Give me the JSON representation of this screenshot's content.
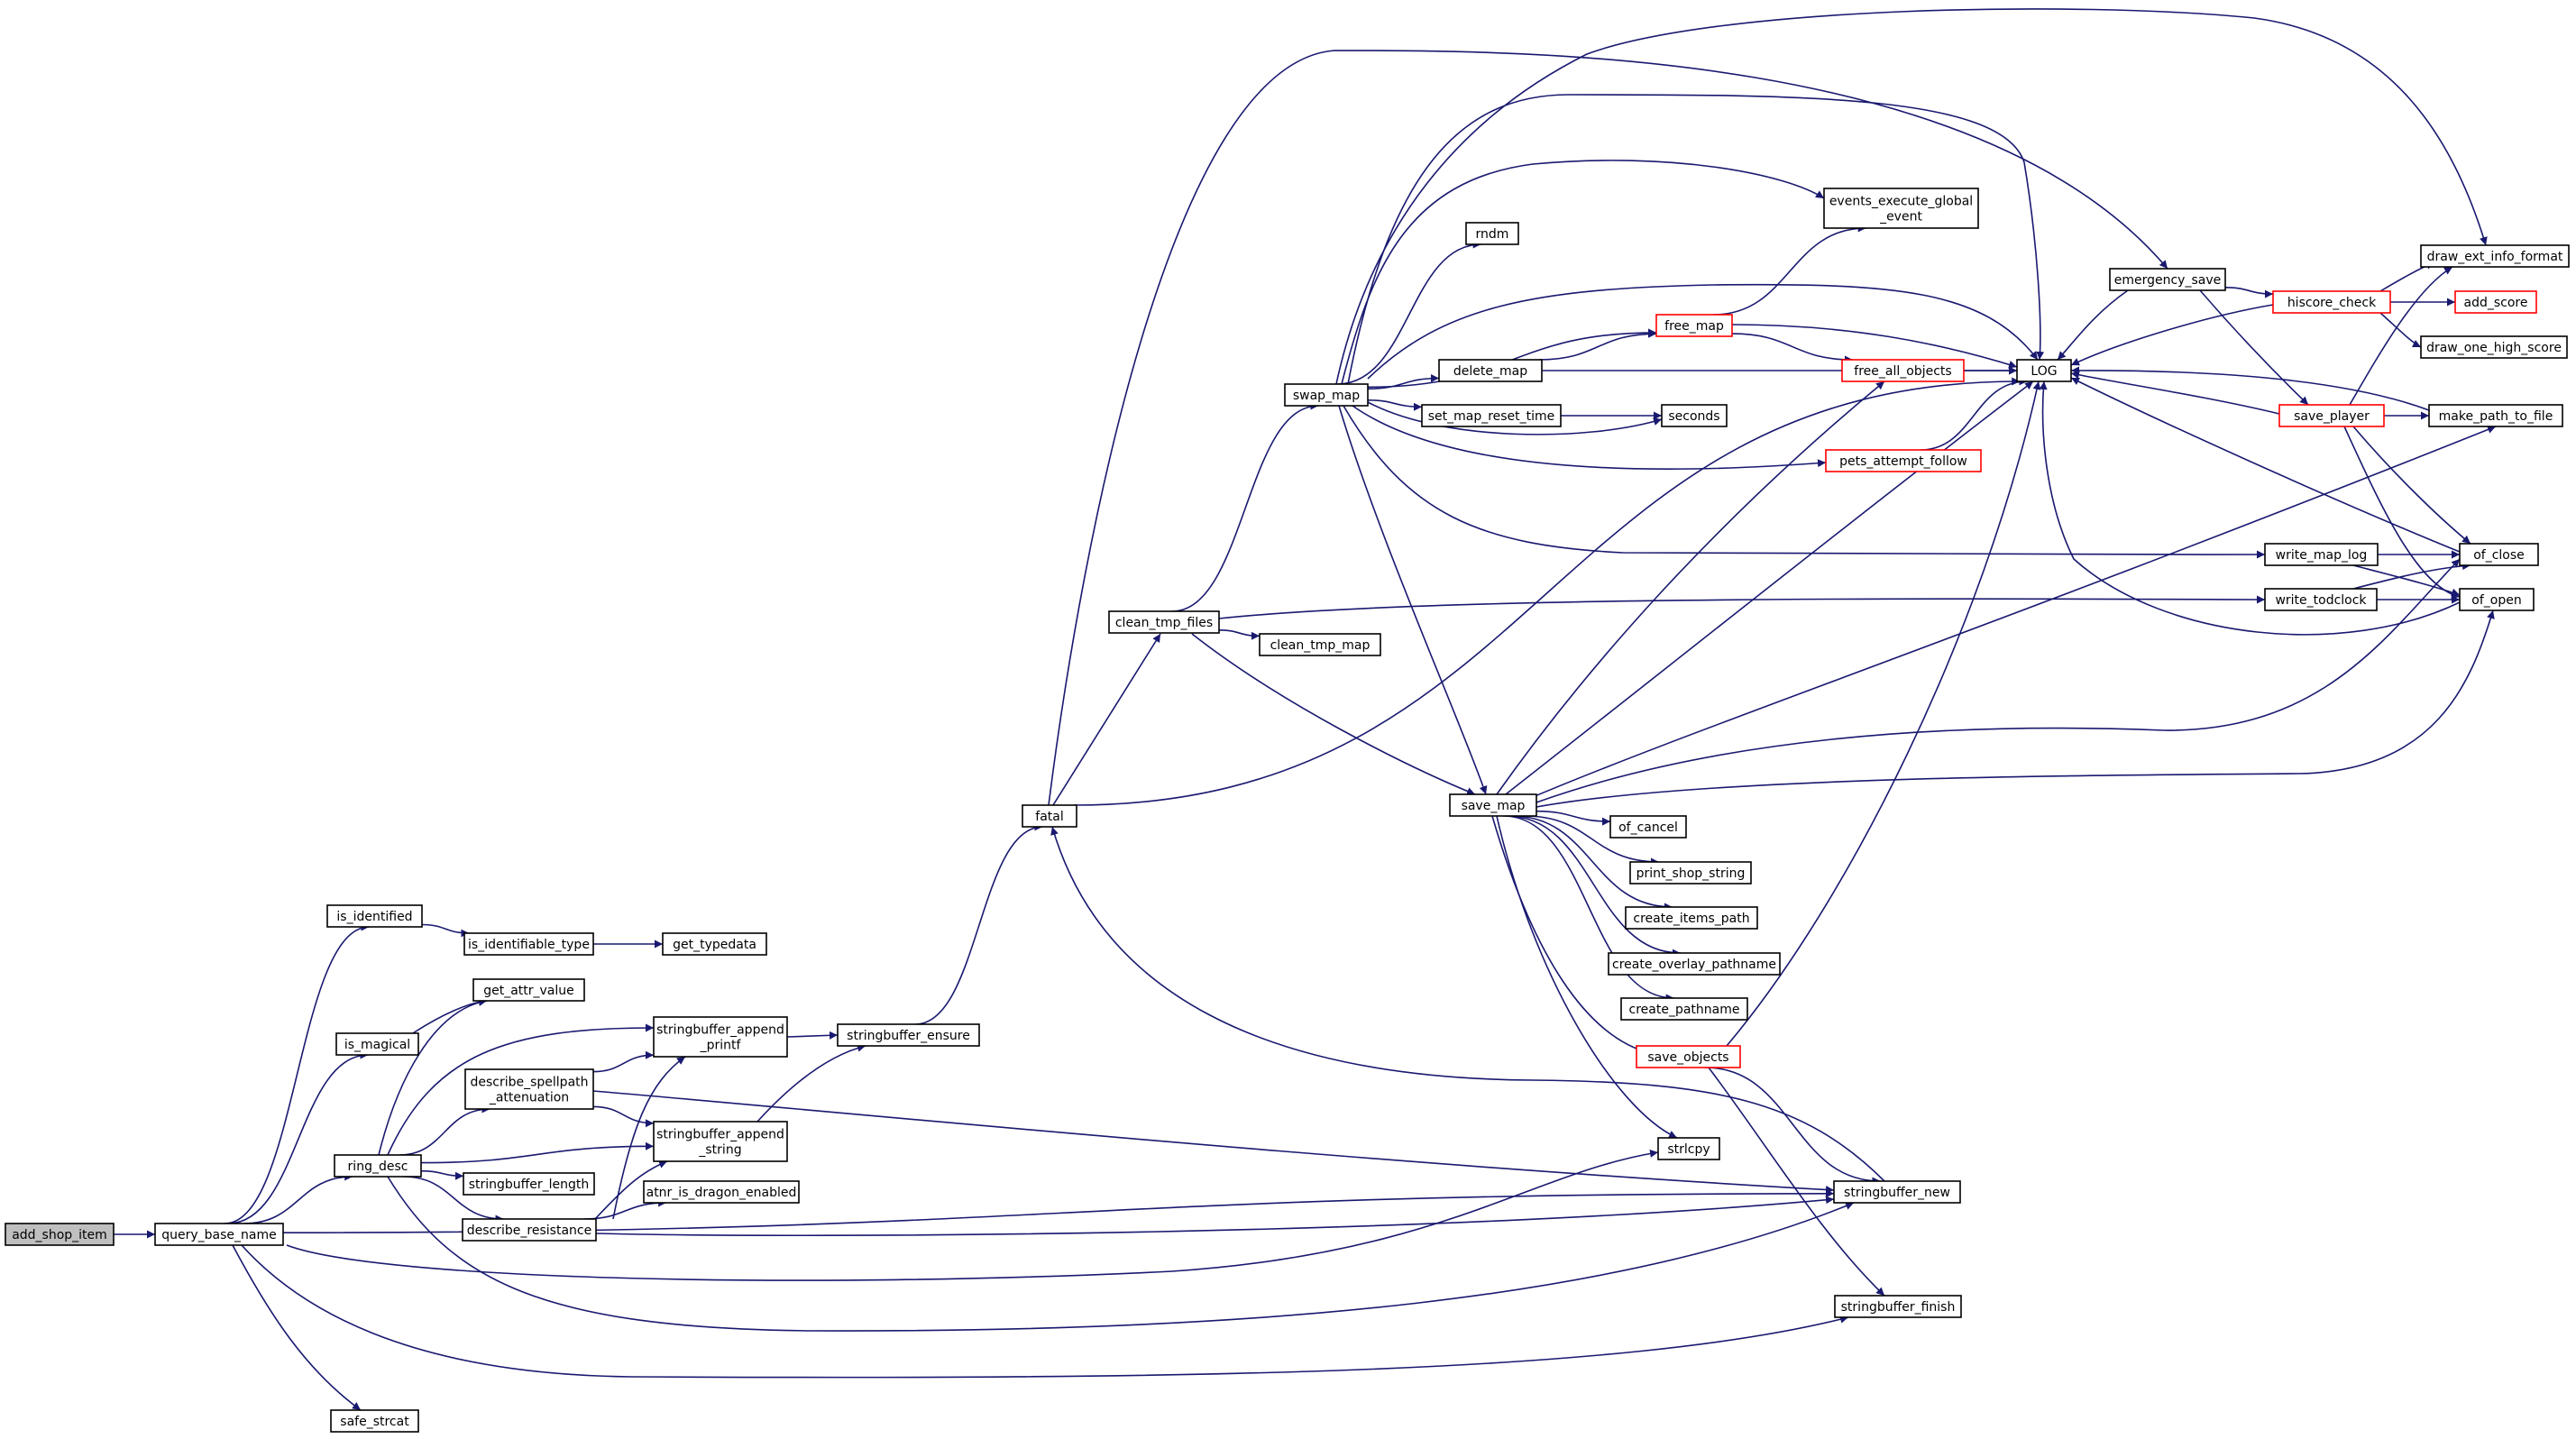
{
  "colors": {
    "edge": "#191970",
    "node_border": "#000000",
    "node_fill": "#ffffff",
    "root_fill": "#bfbfbf",
    "truncated_border": "#ff0000"
  },
  "nodes": [
    {
      "id": "add_shop_item",
      "lines": [
        "add_shop_item"
      ],
      "style": "root"
    },
    {
      "id": "query_base_name",
      "lines": [
        "query_base_name"
      ]
    },
    {
      "id": "is_identified",
      "lines": [
        "is_identified"
      ]
    },
    {
      "id": "is_identifiable_type",
      "lines": [
        "is_identifiable_type"
      ]
    },
    {
      "id": "get_typedata",
      "lines": [
        "get_typedata"
      ]
    },
    {
      "id": "get_attr_value",
      "lines": [
        "get_attr_value"
      ]
    },
    {
      "id": "is_magical",
      "lines": [
        "is_magical"
      ]
    },
    {
      "id": "describe_spellpath_attenuation",
      "lines": [
        "describe_spellpath",
        "_attenuation"
      ]
    },
    {
      "id": "ring_desc",
      "lines": [
        "ring_desc"
      ]
    },
    {
      "id": "stringbuffer_length",
      "lines": [
        "stringbuffer_length"
      ]
    },
    {
      "id": "describe_resistance",
      "lines": [
        "describe_resistance"
      ]
    },
    {
      "id": "safe_strcat",
      "lines": [
        "safe_strcat"
      ]
    },
    {
      "id": "stringbuffer_append_printf",
      "lines": [
        "stringbuffer_append",
        "_printf"
      ]
    },
    {
      "id": "stringbuffer_append_string",
      "lines": [
        "stringbuffer_append",
        "_string"
      ]
    },
    {
      "id": "atnr_is_dragon_enabled",
      "lines": [
        "atnr_is_dragon_enabled"
      ]
    },
    {
      "id": "stringbuffer_ensure",
      "lines": [
        "stringbuffer_ensure"
      ]
    },
    {
      "id": "fatal",
      "lines": [
        "fatal"
      ]
    },
    {
      "id": "clean_tmp_files",
      "lines": [
        "clean_tmp_files"
      ]
    },
    {
      "id": "clean_tmp_map",
      "lines": [
        "clean_tmp_map"
      ]
    },
    {
      "id": "swap_map",
      "lines": [
        "swap_map"
      ]
    },
    {
      "id": "rndm",
      "lines": [
        "rndm"
      ]
    },
    {
      "id": "delete_map",
      "lines": [
        "delete_map"
      ]
    },
    {
      "id": "set_map_reset_time",
      "lines": [
        "set_map_reset_time"
      ]
    },
    {
      "id": "save_map",
      "lines": [
        "save_map"
      ]
    },
    {
      "id": "of_cancel",
      "lines": [
        "of_cancel"
      ]
    },
    {
      "id": "print_shop_string",
      "lines": [
        "print_shop_string"
      ]
    },
    {
      "id": "create_items_path",
      "lines": [
        "create_items_path"
      ]
    },
    {
      "id": "create_overlay_pathname",
      "lines": [
        "create_overlay_pathname"
      ]
    },
    {
      "id": "create_pathname",
      "lines": [
        "create_pathname"
      ]
    },
    {
      "id": "save_objects",
      "lines": [
        "save_objects"
      ],
      "style": "truncated"
    },
    {
      "id": "strlcpy",
      "lines": [
        "strlcpy"
      ]
    },
    {
      "id": "events_execute_global_event",
      "lines": [
        "events_execute_global",
        "_event"
      ]
    },
    {
      "id": "free_map",
      "lines": [
        "free_map"
      ],
      "style": "truncated"
    },
    {
      "id": "free_all_objects",
      "lines": [
        "free_all_objects"
      ],
      "style": "truncated"
    },
    {
      "id": "seconds",
      "lines": [
        "seconds"
      ]
    },
    {
      "id": "pets_attempt_follow",
      "lines": [
        "pets_attempt_follow"
      ],
      "style": "truncated"
    },
    {
      "id": "stringbuffer_new",
      "lines": [
        "stringbuffer_new"
      ]
    },
    {
      "id": "stringbuffer_finish",
      "lines": [
        "stringbuffer_finish"
      ]
    },
    {
      "id": "LOG",
      "lines": [
        "LOG"
      ]
    },
    {
      "id": "emergency_save",
      "lines": [
        "emergency_save"
      ]
    },
    {
      "id": "hiscore_check",
      "lines": [
        "hiscore_check"
      ],
      "style": "truncated"
    },
    {
      "id": "save_player",
      "lines": [
        "save_player"
      ],
      "style": "truncated"
    },
    {
      "id": "write_map_log",
      "lines": [
        "write_map_log"
      ]
    },
    {
      "id": "write_todclock",
      "lines": [
        "write_todclock"
      ]
    },
    {
      "id": "draw_ext_info_format",
      "lines": [
        "draw_ext_info_format"
      ]
    },
    {
      "id": "add_score",
      "lines": [
        "add_score"
      ],
      "style": "truncated"
    },
    {
      "id": "draw_one_high_score",
      "lines": [
        "draw_one_high_score"
      ]
    },
    {
      "id": "make_path_to_file",
      "lines": [
        "make_path_to_file"
      ]
    },
    {
      "id": "of_close",
      "lines": [
        "of_close"
      ]
    },
    {
      "id": "of_open",
      "lines": [
        "of_open"
      ]
    }
  ],
  "edges": [
    [
      "add_shop_item",
      "query_base_name"
    ],
    [
      "query_base_name",
      "is_identified"
    ],
    [
      "query_base_name",
      "is_magical"
    ],
    [
      "query_base_name",
      "ring_desc"
    ],
    [
      "query_base_name",
      "safe_strcat"
    ],
    [
      "query_base_name",
      "strlcpy"
    ],
    [
      "query_base_name",
      "stringbuffer_new"
    ],
    [
      "query_base_name",
      "stringbuffer_finish"
    ],
    [
      "is_identified",
      "is_identifiable_type"
    ],
    [
      "is_identifiable_type",
      "get_typedata"
    ],
    [
      "is_magical",
      "get_attr_value"
    ],
    [
      "ring_desc",
      "get_attr_value"
    ],
    [
      "ring_desc",
      "describe_spellpath_attenuation"
    ],
    [
      "ring_desc",
      "stringbuffer_append_printf"
    ],
    [
      "ring_desc",
      "stringbuffer_append_string"
    ],
    [
      "ring_desc",
      "stringbuffer_length"
    ],
    [
      "ring_desc",
      "describe_resistance"
    ],
    [
      "ring_desc",
      "stringbuffer_new"
    ],
    [
      "describe_spellpath_attenuation",
      "stringbuffer_append_printf"
    ],
    [
      "describe_spellpath_attenuation",
      "stringbuffer_append_string"
    ],
    [
      "describe_spellpath_attenuation",
      "stringbuffer_new"
    ],
    [
      "describe_resistance",
      "stringbuffer_append_printf"
    ],
    [
      "describe_resistance",
      "stringbuffer_append_string"
    ],
    [
      "describe_resistance",
      "atnr_is_dragon_enabled"
    ],
    [
      "describe_resistance",
      "stringbuffer_new"
    ],
    [
      "stringbuffer_append_printf",
      "stringbuffer_ensure"
    ],
    [
      "stringbuffer_append_string",
      "stringbuffer_ensure"
    ],
    [
      "stringbuffer_ensure",
      "fatal"
    ],
    [
      "fatal",
      "clean_tmp_files"
    ],
    [
      "fatal",
      "emergency_save"
    ],
    [
      "fatal",
      "LOG"
    ],
    [
      "clean_tmp_files",
      "swap_map"
    ],
    [
      "clean_tmp_files",
      "clean_tmp_map"
    ],
    [
      "clean_tmp_files",
      "save_map"
    ],
    [
      "clean_tmp_files",
      "write_todclock"
    ],
    [
      "swap_map",
      "clean_tmp_files"
    ],
    [
      "swap_map",
      "rndm"
    ],
    [
      "swap_map",
      "events_execute_global_event"
    ],
    [
      "swap_map",
      "free_map"
    ],
    [
      "swap_map",
      "delete_map"
    ],
    [
      "swap_map",
      "set_map_reset_time"
    ],
    [
      "swap_map",
      "seconds"
    ],
    [
      "swap_map",
      "pets_attempt_follow"
    ],
    [
      "swap_map",
      "save_map"
    ],
    [
      "swap_map",
      "write_map_log"
    ],
    [
      "swap_map",
      "LOG"
    ],
    [
      "swap_map",
      "draw_ext_info_format"
    ],
    [
      "delete_map",
      "free_map"
    ],
    [
      "delete_map",
      "LOG"
    ],
    [
      "set_map_reset_time",
      "seconds"
    ],
    [
      "free_map",
      "events_execute_global_event"
    ],
    [
      "free_map",
      "free_all_objects"
    ],
    [
      "free_map",
      "LOG"
    ],
    [
      "free_all_objects",
      "LOG"
    ],
    [
      "pets_attempt_follow",
      "LOG"
    ],
    [
      "save_map",
      "free_all_objects"
    ],
    [
      "save_map",
      "LOG"
    ],
    [
      "save_map",
      "make_path_to_file"
    ],
    [
      "save_map",
      "of_close"
    ],
    [
      "save_map",
      "of_open"
    ],
    [
      "save_map",
      "of_cancel"
    ],
    [
      "save_map",
      "print_shop_string"
    ],
    [
      "save_map",
      "create_items_path"
    ],
    [
      "save_map",
      "create_overlay_pathname"
    ],
    [
      "save_map",
      "create_pathname"
    ],
    [
      "save_map",
      "save_objects"
    ],
    [
      "save_map",
      "strlcpy"
    ],
    [
      "save_objects",
      "LOG"
    ],
    [
      "save_objects",
      "stringbuffer_new"
    ],
    [
      "save_objects",
      "stringbuffer_finish"
    ],
    [
      "stringbuffer_new",
      "fatal"
    ],
    [
      "emergency_save",
      "LOG"
    ],
    [
      "emergency_save",
      "hiscore_check"
    ],
    [
      "emergency_save",
      "save_player"
    ],
    [
      "hiscore_check",
      "draw_ext_info_format"
    ],
    [
      "hiscore_check",
      "add_score"
    ],
    [
      "hiscore_check",
      "draw_one_high_score"
    ],
    [
      "hiscore_check",
      "LOG"
    ],
    [
      "save_player",
      "draw_ext_info_format"
    ],
    [
      "save_player",
      "LOG"
    ],
    [
      "save_player",
      "make_path_to_file"
    ],
    [
      "save_player",
      "of_close"
    ],
    [
      "save_player",
      "of_open"
    ],
    [
      "write_map_log",
      "of_close"
    ],
    [
      "write_map_log",
      "of_open"
    ],
    [
      "write_todclock",
      "of_open"
    ],
    [
      "write_todclock",
      "of_close"
    ],
    [
      "make_path_to_file",
      "LOG"
    ],
    [
      "of_close",
      "LOG"
    ],
    [
      "of_open",
      "LOG"
    ]
  ]
}
